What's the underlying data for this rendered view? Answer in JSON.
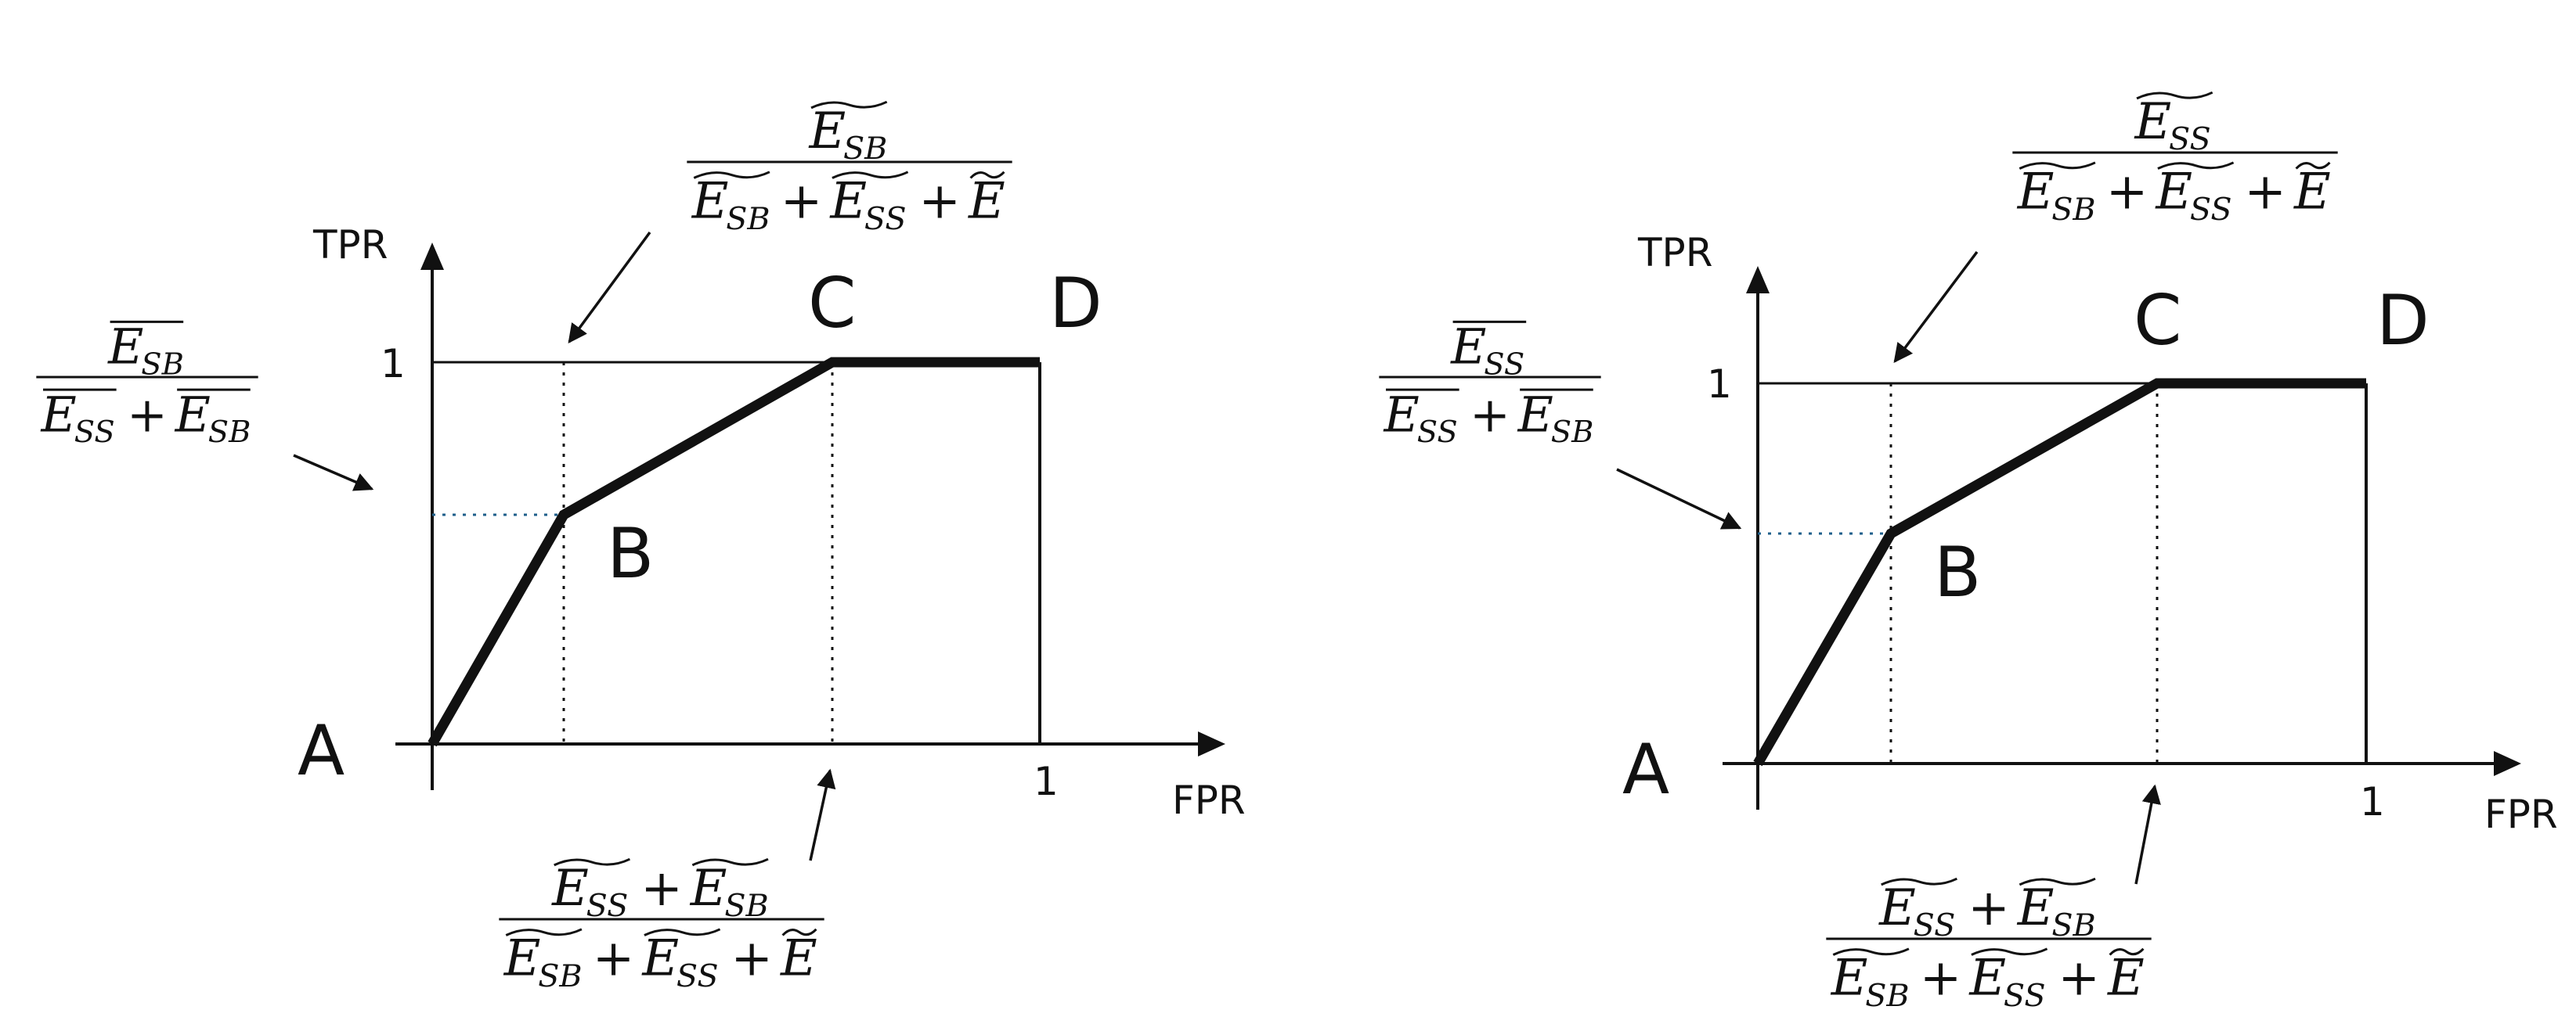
{
  "panels": [
    {
      "axis": {
        "y_label": "TPR",
        "x_label": "FPR",
        "y_tick": "1",
        "x_tick": "1"
      },
      "points": {
        "a": "A",
        "b": "B",
        "c": "C",
        "d": "D"
      },
      "formula_top": {
        "numerator": {
          "base": "E",
          "sub": "SB",
          "bar": "tilde"
        },
        "denominator": [
          {
            "base": "E",
            "sub": "SB",
            "bar": "tilde"
          },
          {
            "op": "+"
          },
          {
            "base": "E",
            "sub": "SS",
            "bar": "tilde"
          },
          {
            "op": "+"
          },
          {
            "base": "E",
            "sub": "",
            "bar": "tilde"
          }
        ]
      },
      "formula_left": {
        "numerator": {
          "base": "E",
          "sub": "SB",
          "bar": "over"
        },
        "denominator": [
          {
            "base": "E",
            "sub": "SS",
            "bar": "over"
          },
          {
            "op": "+"
          },
          {
            "base": "E",
            "sub": "SB",
            "bar": "over"
          }
        ]
      },
      "formula_bottom": {
        "numerator": [
          {
            "base": "E",
            "sub": "SS",
            "bar": "tilde"
          },
          {
            "op": "+"
          },
          {
            "base": "E",
            "sub": "SB",
            "bar": "tilde"
          }
        ],
        "denominator": [
          {
            "base": "E",
            "sub": "SB",
            "bar": "tilde"
          },
          {
            "op": "+"
          },
          {
            "base": "E",
            "sub": "SS",
            "bar": "tilde"
          },
          {
            "op": "+"
          },
          {
            "base": "E",
            "sub": "",
            "bar": "tilde"
          }
        ]
      }
    },
    {
      "axis": {
        "y_label": "TPR",
        "x_label": "FPR",
        "y_tick": "1",
        "x_tick": "1"
      },
      "points": {
        "a": "A",
        "b": "B",
        "c": "C",
        "d": "D"
      },
      "formula_top": {
        "numerator": {
          "base": "E",
          "sub": "SS",
          "bar": "tilde"
        },
        "denominator": [
          {
            "base": "E",
            "sub": "SB",
            "bar": "tilde"
          },
          {
            "op": "+"
          },
          {
            "base": "E",
            "sub": "SS",
            "bar": "tilde"
          },
          {
            "op": "+"
          },
          {
            "base": "E",
            "sub": "",
            "bar": "tilde"
          }
        ]
      },
      "formula_left": {
        "numerator": {
          "base": "E",
          "sub": "SS",
          "bar": "over"
        },
        "denominator": [
          {
            "base": "E",
            "sub": "SS",
            "bar": "over"
          },
          {
            "op": "+"
          },
          {
            "base": "E",
            "sub": "SB",
            "bar": "over"
          }
        ]
      },
      "formula_bottom": {
        "numerator": [
          {
            "base": "E",
            "sub": "SS",
            "bar": "tilde"
          },
          {
            "op": "+"
          },
          {
            "base": "E",
            "sub": "SB",
            "bar": "tilde"
          }
        ],
        "denominator": [
          {
            "base": "E",
            "sub": "SB",
            "bar": "tilde"
          },
          {
            "op": "+"
          },
          {
            "base": "E",
            "sub": "SS",
            "bar": "tilde"
          },
          {
            "op": "+"
          },
          {
            "base": "E",
            "sub": "",
            "bar": "tilde"
          }
        ]
      }
    }
  ],
  "colors": {
    "line": "#111111",
    "guide": "#1f5f8b"
  }
}
